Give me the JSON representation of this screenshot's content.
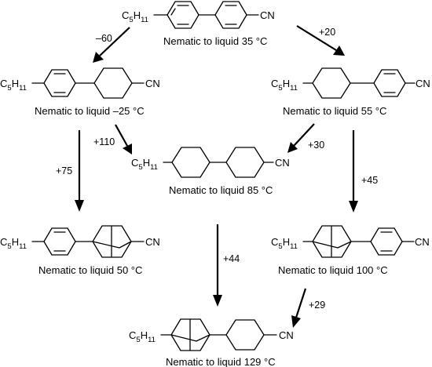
{
  "molecules": [
    {
      "formula": {
        "base": "C",
        "sub1": "5",
        "mid": "H",
        "sub2": "11"
      },
      "cyano": "CN",
      "caption": "Nematic to liquid 35 °C"
    },
    {
      "formula": {
        "base": "C",
        "sub1": "5",
        "mid": "H",
        "sub2": "11"
      },
      "cyano": "CN",
      "caption": "Nematic to liquid –25 °C"
    },
    {
      "formula": {
        "base": "C",
        "sub1": "5",
        "mid": "H",
        "sub2": "11"
      },
      "cyano": "CN",
      "caption": "Nematic to liquid 55 °C"
    },
    {
      "formula": {
        "base": "C",
        "sub1": "5",
        "mid": "H",
        "sub2": "11"
      },
      "cyano": "CN",
      "caption": "Nematic to liquid 85 °C"
    },
    {
      "formula": {
        "base": "C",
        "sub1": "5",
        "mid": "H",
        "sub2": "11"
      },
      "cyano": "CN",
      "caption": "Nematic to liquid 50 °C"
    },
    {
      "formula": {
        "base": "C",
        "sub1": "5",
        "mid": "H",
        "sub2": "11"
      },
      "cyano": "CN",
      "caption": "Nematic to liquid 100 °C"
    },
    {
      "formula": {
        "base": "C",
        "sub1": "5",
        "mid": "H",
        "sub2": "11"
      },
      "cyano": "CN",
      "caption": "Nematic to liquid 129 °C"
    }
  ],
  "transitions": [
    {
      "from": "biphenyl",
      "to": "phenylcyclohexyl",
      "delta": "–60"
    },
    {
      "from": "biphenyl",
      "to": "cyclohexylphenyl",
      "delta": "+20"
    },
    {
      "from": "phenylcyclohexyl",
      "to": "bicyclohexyl",
      "delta": "+110"
    },
    {
      "from": "cyclohexylphenyl",
      "to": "bicyclohexyl",
      "delta": "+30"
    },
    {
      "from": "phenylcyclohexyl",
      "to": "phenyl-bicyclooctane",
      "delta": "+75"
    },
    {
      "from": "cyclohexylphenyl",
      "to": "bicyclooctyl-phenyl",
      "delta": "+45"
    },
    {
      "from": "bicyclohexyl",
      "to": "bicyclooctyl-cyclohexyl",
      "delta": "+44"
    },
    {
      "from": "bicyclooctyl-phenyl",
      "to": "bicyclooctyl-cyclohexyl",
      "delta": "+29"
    }
  ]
}
